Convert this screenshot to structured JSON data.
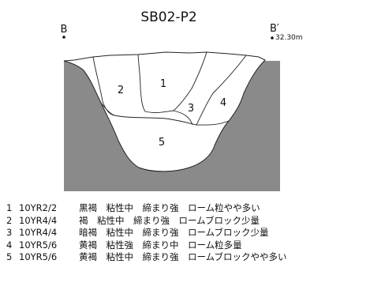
{
  "figure": {
    "title": "SB02-P2",
    "point_left": "B",
    "point_right": "B′",
    "elevation": "32.30m",
    "layer_numbers": [
      "1",
      "2",
      "3",
      "4",
      "5"
    ],
    "colors": {
      "soil_fill": "#8a8a8a",
      "fill_outline": "#222222",
      "fill_background": "#ffffff"
    }
  },
  "legend": [
    {
      "num": "1",
      "code": "10YR2/2",
      "desc": "黒褐　粘性中　締まり強　ローム粒やや多い"
    },
    {
      "num": "2",
      "code": "10YR4/4",
      "desc": "褐　粘性中　締まり強　ロームブロック少量"
    },
    {
      "num": "3",
      "code": "10YR4/4",
      "desc": "暗褐　粘性中　締まり強　ロームブロック少量"
    },
    {
      "num": "4",
      "code": "10YR5/6",
      "desc": "黄褐　粘性強　締まり中　ローム粒多量"
    },
    {
      "num": "5",
      "code": "10YR5/6",
      "desc": "黄褐　粘性中　締まり強　ロームブロックやや多い"
    }
  ]
}
